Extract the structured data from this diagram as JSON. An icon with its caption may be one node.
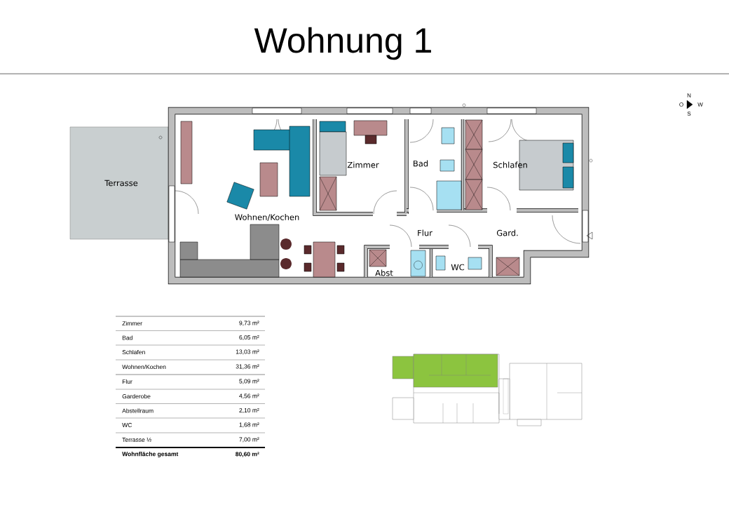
{
  "diagram": {
    "title": "Wohnung 1",
    "labels": [
      "N",
      "O",
      "W",
      "S",
      "Zimmer",
      "Bad",
      "Schlafen",
      "Terrasse",
      "Wohnen/Kochen",
      "Flur",
      "Gard.",
      "Abst",
      "WC",
      "Zimmer",
      "9,73 m²",
      "Bad",
      "6,05 m²",
      "Schlafen",
      "13,03 m²",
      "Wohnen/Kochen",
      "31,36 m²",
      "Flur",
      "5,09 m²",
      "Garderobe",
      "4,56 m²",
      "Abstellraum",
      "2,10 m²",
      "WC",
      "1,68 m²",
      "Terrasse ½",
      "7,00 m²",
      "Wohnfläche gesamt",
      "80,60 m²"
    ]
  }
}
